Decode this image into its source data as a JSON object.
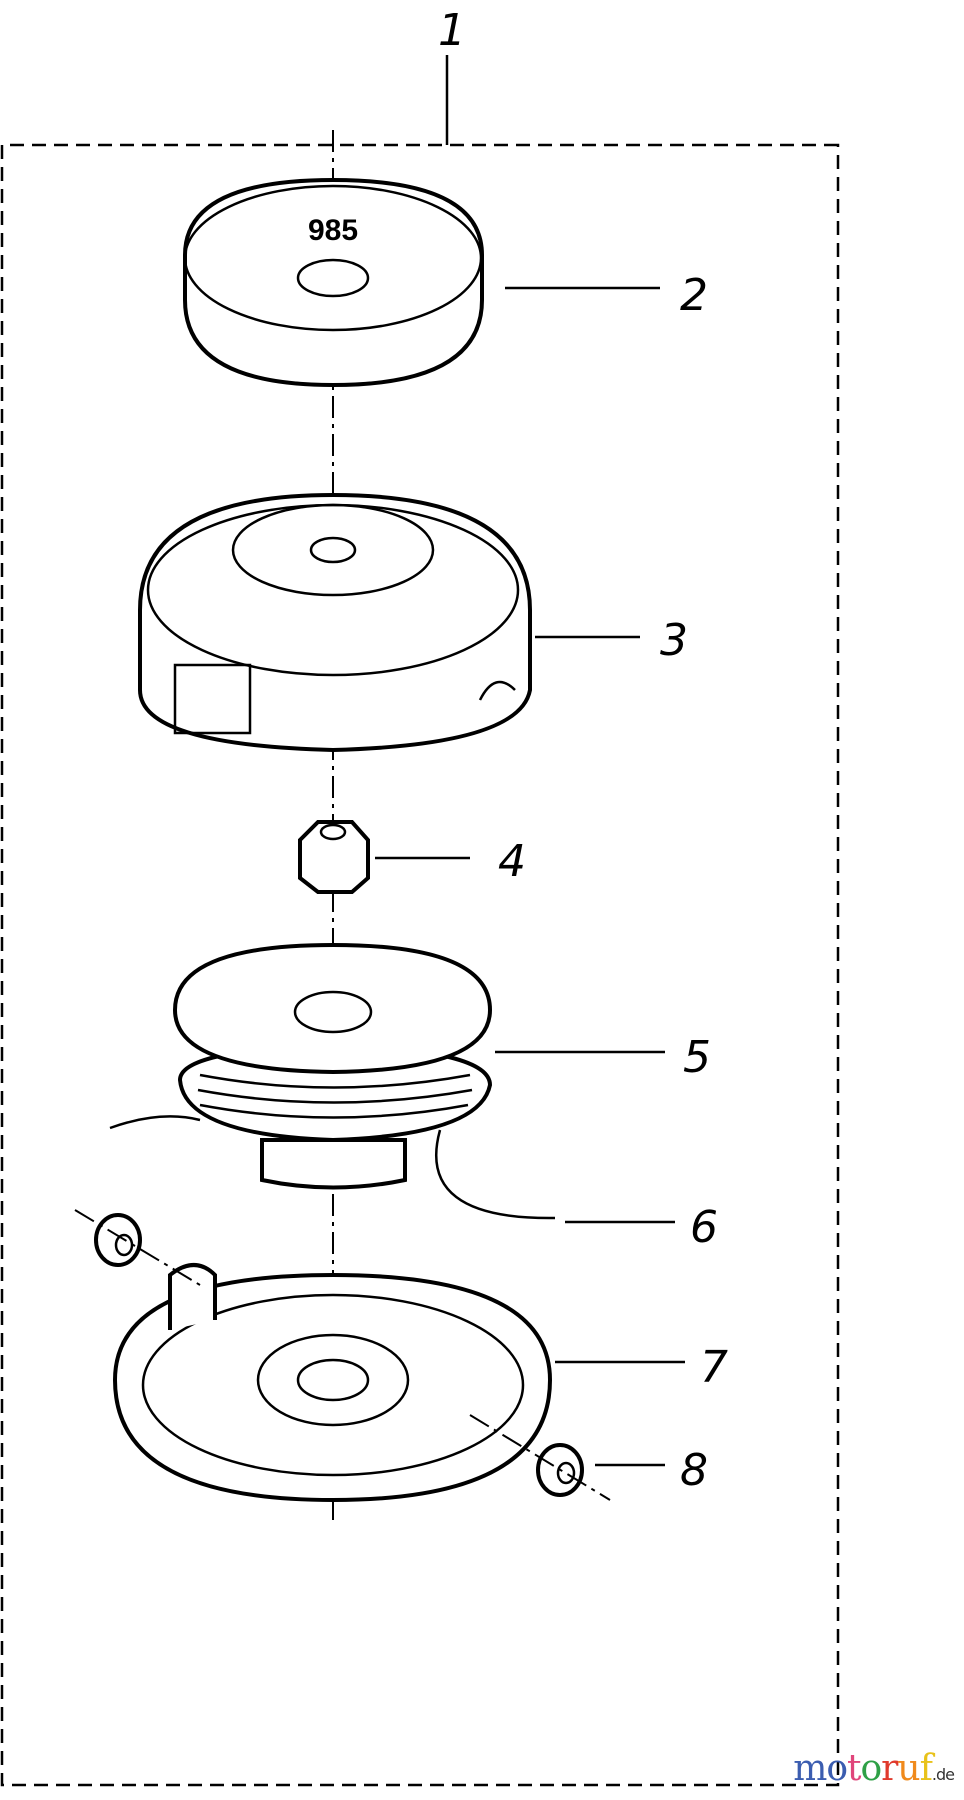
{
  "diagram": {
    "callouts": [
      "1",
      "2",
      "3",
      "4",
      "5",
      "6",
      "7",
      "8"
    ],
    "cap_marking": "985"
  },
  "watermark": {
    "letters": [
      "m",
      "o",
      "t",
      "o",
      "r",
      "u",
      "f"
    ],
    "suffix": ".de",
    "colors": [
      "#3b5db0",
      "#3b5db0",
      "#e0457b",
      "#2ea046",
      "#e03a2c",
      "#f08a1c",
      "#e8c21a"
    ]
  }
}
